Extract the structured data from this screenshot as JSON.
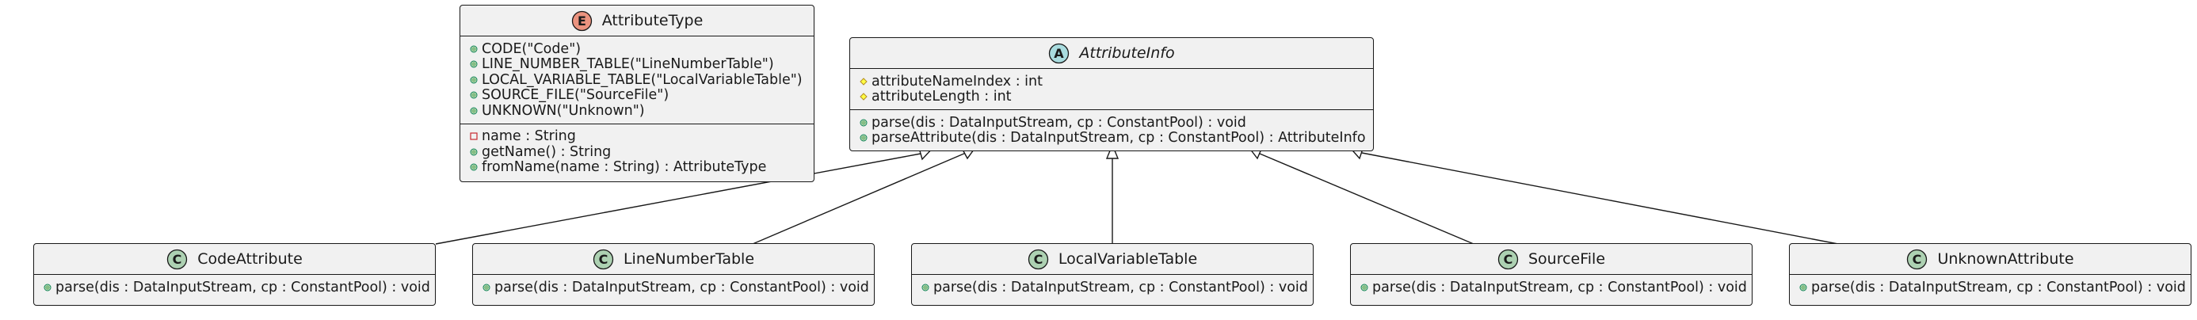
{
  "colors": {
    "box_fill": "#f1f1f1",
    "border": "#181818",
    "enum_badge": "#eb937f",
    "abstract_badge": "#a9dcdf",
    "class_badge": "#add1b2",
    "public_marker": "#84be84",
    "protected_marker": "#ffff44",
    "private_marker": "#c82930"
  },
  "attribute_type": {
    "badge_letter": "E",
    "name": "AttributeType",
    "constants": [
      {
        "visibility": "public",
        "text": "CODE(\"Code\")"
      },
      {
        "visibility": "public",
        "text": "LINE_NUMBER_TABLE(\"LineNumberTable\")"
      },
      {
        "visibility": "public",
        "text": "LOCAL_VARIABLE_TABLE(\"LocalVariableTable\")"
      },
      {
        "visibility": "public",
        "text": "SOURCE_FILE(\"SourceFile\")"
      },
      {
        "visibility": "public",
        "text": "UNKNOWN(\"Unknown\")"
      }
    ],
    "members": [
      {
        "visibility": "private",
        "text": "name : String"
      },
      {
        "visibility": "public",
        "text": "getName() : String"
      },
      {
        "visibility": "public",
        "text": "fromName(name : String) : AttributeType"
      }
    ]
  },
  "attribute_info": {
    "badge_letter": "A",
    "name": "AttributeInfo",
    "fields": [
      {
        "visibility": "protected",
        "text": "attributeNameIndex : int"
      },
      {
        "visibility": "protected",
        "text": "attributeLength : int"
      }
    ],
    "methods": [
      {
        "visibility": "public",
        "text": "parse(dis : DataInputStream, cp : ConstantPool) : void"
      },
      {
        "visibility": "public",
        "text": "parseAttribute(dis : DataInputStream, cp : ConstantPool) : AttributeInfo"
      }
    ]
  },
  "subclasses": [
    {
      "badge_letter": "C",
      "name": "CodeAttribute",
      "methods": [
        {
          "visibility": "public",
          "text": "parse(dis : DataInputStream, cp : ConstantPool) : void"
        }
      ]
    },
    {
      "badge_letter": "C",
      "name": "LineNumberTable",
      "methods": [
        {
          "visibility": "public",
          "text": "parse(dis : DataInputStream, cp : ConstantPool) : void"
        }
      ]
    },
    {
      "badge_letter": "C",
      "name": "LocalVariableTable",
      "methods": [
        {
          "visibility": "public",
          "text": "parse(dis : DataInputStream, cp : ConstantPool) : void"
        }
      ]
    },
    {
      "badge_letter": "C",
      "name": "SourceFile",
      "methods": [
        {
          "visibility": "public",
          "text": "parse(dis : DataInputStream, cp : ConstantPool) : void"
        }
      ]
    },
    {
      "badge_letter": "C",
      "name": "UnknownAttribute",
      "methods": [
        {
          "visibility": "public",
          "text": "parse(dis : DataInputStream, cp : ConstantPool) : void"
        }
      ]
    }
  ]
}
